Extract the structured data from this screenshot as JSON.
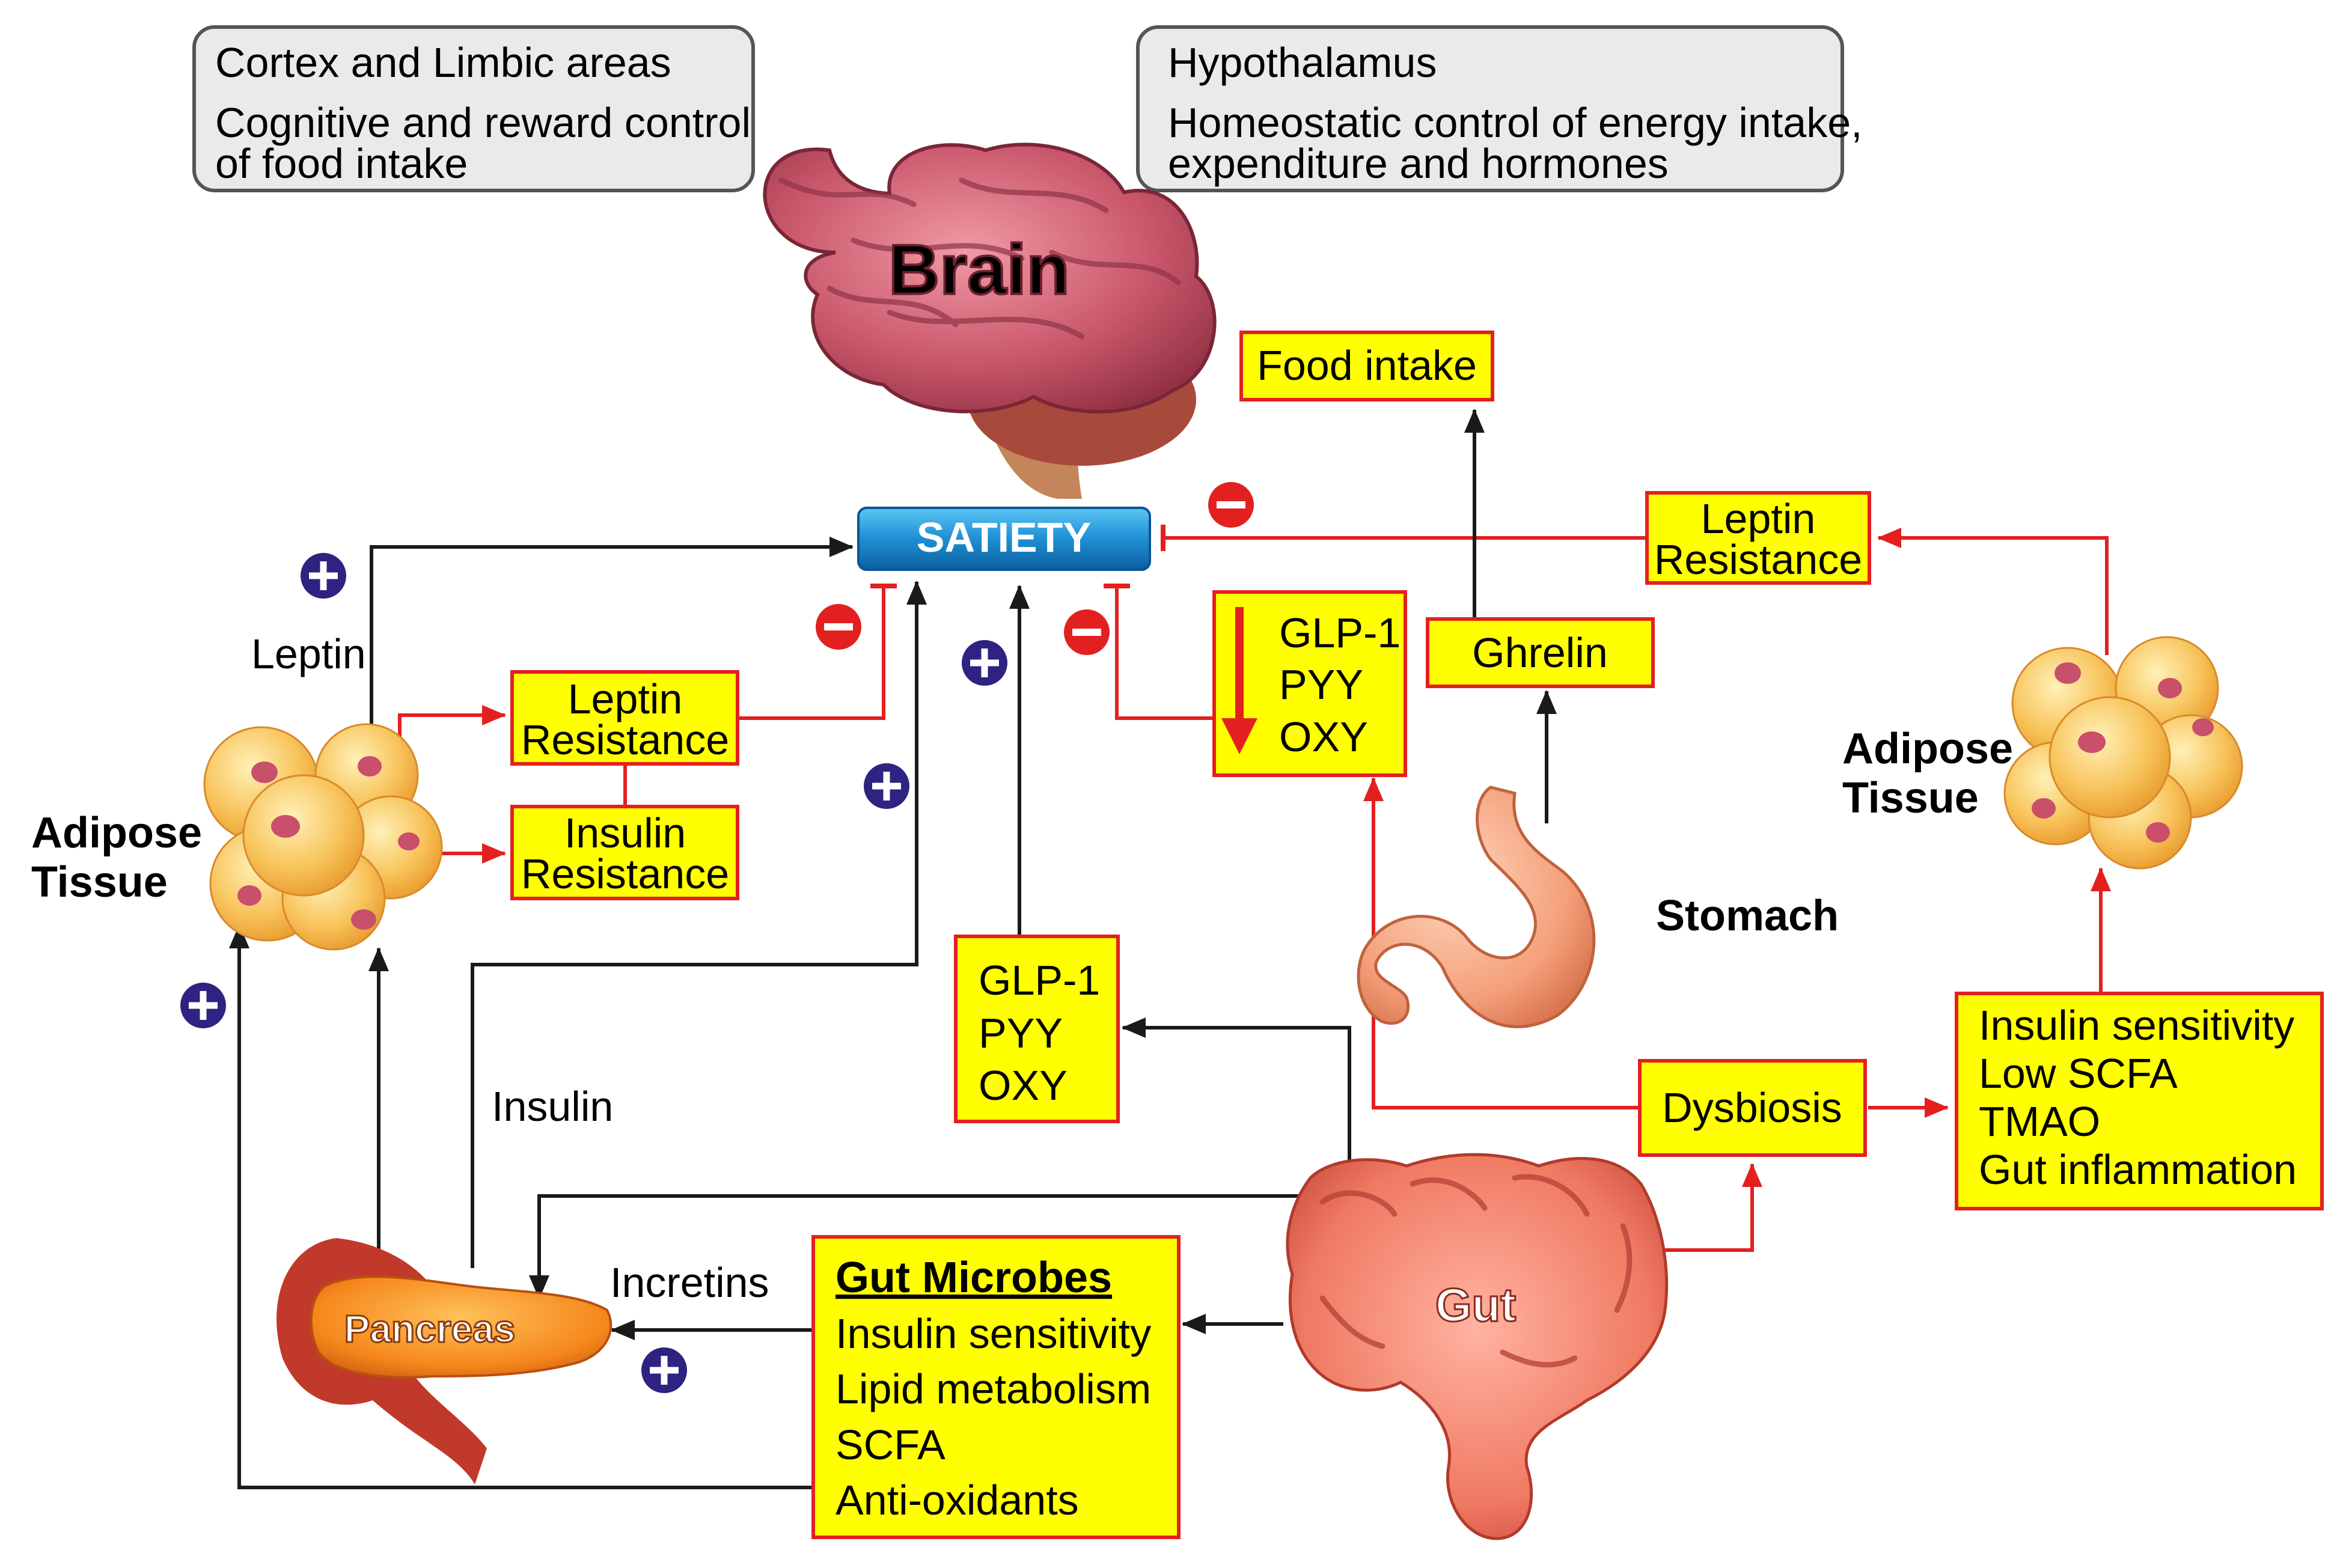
{
  "cortex": {
    "title": "Cortex and Limbic areas",
    "line1": "Cognitive and reward control",
    "line2": "of food intake"
  },
  "hypothalamus": {
    "title": "Hypothalamus",
    "line1": "Homeostatic control of energy intake,",
    "line2": "expenditure and hormones"
  },
  "brain_label": "Brain",
  "satiety_label": "SATIETY",
  "food_intake": "Food intake",
  "leptin_resistance_right": {
    "line1": "Leptin",
    "line2": "Resistance"
  },
  "leptin_resistance_left": {
    "line1": "Leptin",
    "line2": "Resistance"
  },
  "insulin_resistance": {
    "line1": "Insulin",
    "line2": "Resistance"
  },
  "ghrelin": "Ghrelin",
  "hormones_decreased": [
    "GLP-1",
    "PYY",
    "OXY"
  ],
  "hormones_gut": [
    "GLP-1",
    "PYY",
    "OXY"
  ],
  "adipose_left": {
    "line1": "Adipose",
    "line2": "Tissue"
  },
  "adipose_right": {
    "line1": "Adipose",
    "line2": "Tissue"
  },
  "stomach_label": "Stomach",
  "leptin_label": "Leptin",
  "insulin_label": "Insulin",
  "incretins_label": "Incretins",
  "pancreas_label": "Pancreas",
  "gut_label": "Gut",
  "dysbiosis": "Dysbiosis",
  "dysbiosis_effects": [
    "Insulin sensitivity",
    "Low SCFA",
    "TMAO",
    "Gut inflammation"
  ],
  "gut_microbes": {
    "title": "Gut Microbes",
    "items": [
      "Insulin sensitivity",
      "Lipid metabolism",
      "SCFA",
      "Anti-oxidants"
    ]
  },
  "colors": {
    "box_fill": "#ffff00",
    "box_border": "#e32020",
    "plus_sign": "#2e2380",
    "minus_sign": "#e32020",
    "satiety": "#1e8fd4",
    "arrow_dark": "#1a1a1a",
    "arrow_red": "#e32020"
  }
}
